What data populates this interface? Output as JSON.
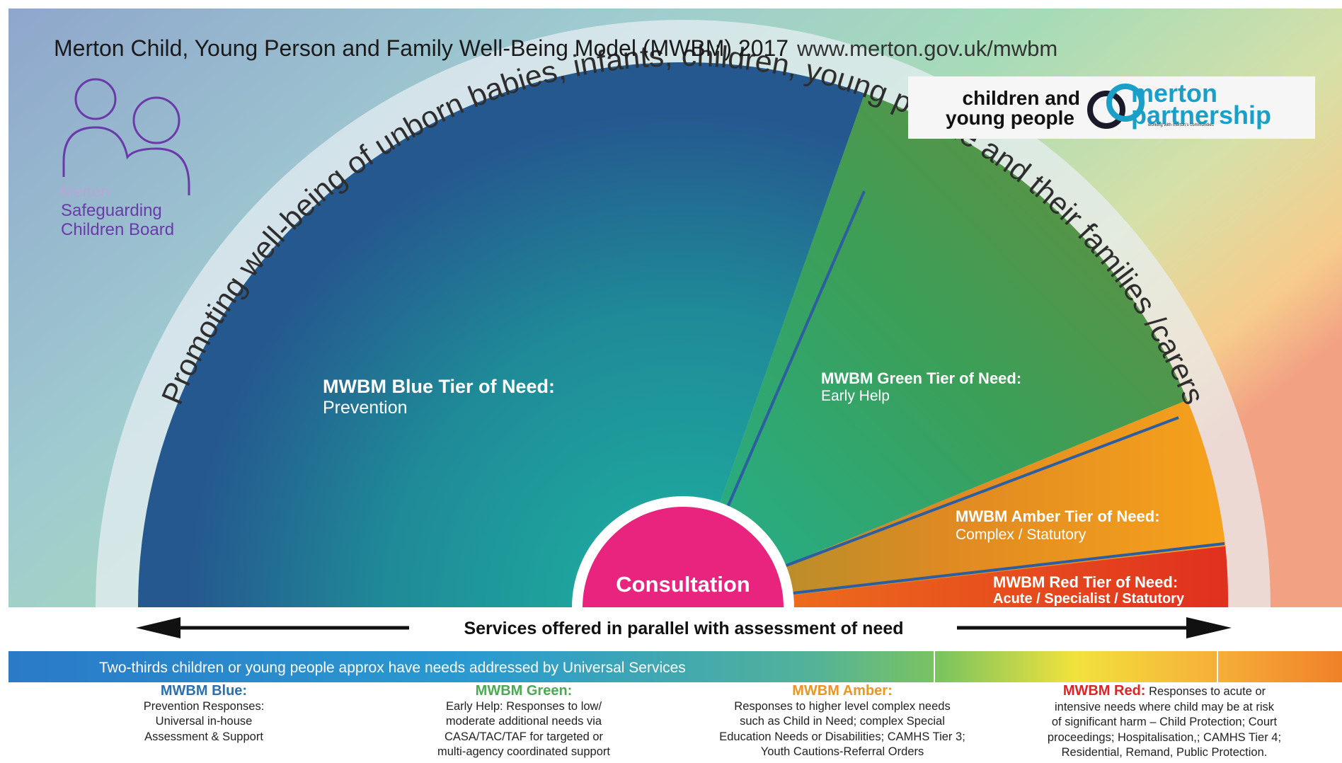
{
  "header": {
    "title": "Merton Child, Young Person and Family Well-Being Model (MWBM) 2017",
    "url": "www.merton.gov.uk/mwbm"
  },
  "lscb_logo": {
    "line1": "Merton",
    "line2": "Safeguarding",
    "line3": "Children Board",
    "color": "#6a3aa8"
  },
  "partnership_logo": {
    "line1": "children and",
    "line2": "young people",
    "brand1": "merton",
    "brand2": "partnership",
    "tagline": "working with merton's communities",
    "color": "#1aa0c8"
  },
  "arc_text": "Promoting well-being of unborn babies, infants, children, young people and their families /carers",
  "tiers": {
    "blue": {
      "title": "MWBM Blue Tier of Need:",
      "subtitle": "Prevention"
    },
    "green": {
      "title": "MWBM Green Tier of Need:",
      "subtitle": "Early Help"
    },
    "amber": {
      "title": "MWBM Amber Tier of Need:",
      "subtitle": "Complex / Statutory"
    },
    "red": {
      "title": "MWBM Red Tier of Need:",
      "subtitle": "Acute / Specialist / Statutory"
    }
  },
  "consultation": {
    "label": "Consultation",
    "color": "#e8247e"
  },
  "services_label": "Services offered in parallel with assessment of need",
  "universal_band": "Two-thirds children or young people approx have needs addressed by Universal Services",
  "columns": {
    "blue": {
      "head": "MWBM Blue:",
      "lines": [
        "Prevention Responses:",
        "Universal in-house",
        "Assessment & Support"
      ],
      "color": "#2b6fb0"
    },
    "green": {
      "head": "MWBM Green:",
      "lines": [
        "Early Help: Responses to low/",
        "moderate additional needs via",
        "CASA/TAC/TAF for targeted or",
        "multi-agency coordinated support"
      ],
      "color": "#4aaa52"
    },
    "amber": {
      "head": "MWBM Amber:",
      "lines": [
        "Responses to higher level complex needs",
        "such as Child in Need; complex Special",
        "Education Needs or Disabilities; CAMHS Tier 3;",
        "Youth Cautions-Referral Orders"
      ],
      "color": "#e8962a"
    },
    "red": {
      "head": "MWBM Red:",
      "inline": "Responses to acute or",
      "lines": [
        "intensive needs where child may be at risk",
        "of significant harm – Child Protection; Court",
        "proceedings; Hospitalisation,; CAMHS Tier 4;",
        "Residential, Remand, Public Protection."
      ],
      "color": "#e02424"
    }
  }
}
